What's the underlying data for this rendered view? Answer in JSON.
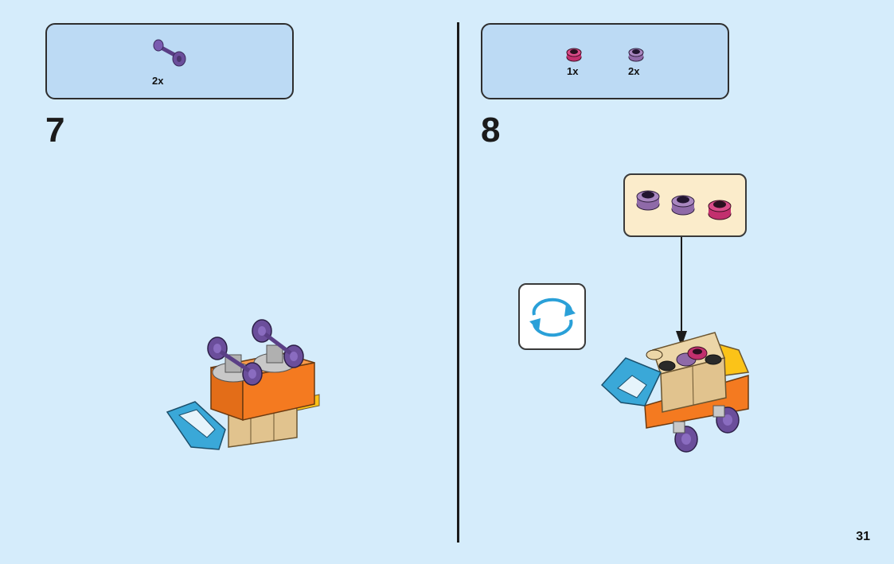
{
  "steps": [
    {
      "number": "7",
      "parts": [
        {
          "icon": "purple-axle-wheel-icon",
          "count": "2x"
        }
      ]
    },
    {
      "number": "8",
      "parts": [
        {
          "icon": "magenta-round-plate-icon",
          "count": "1x"
        },
        {
          "icon": "lavender-round-plate-icon",
          "count": "2x"
        }
      ]
    }
  ],
  "page_number": "31",
  "colors": {
    "background": "#d5ecfb",
    "parts_box": "#bcdaf4",
    "callout": "#fbeccb",
    "orange": "#f47a20",
    "tan": "#e1c38e",
    "blue": "#3aa8d8",
    "purple": "#6b4e9b",
    "yellow": "#fbc318",
    "magenta": "#c2306e",
    "rotate_arrow": "#2aa0d8"
  }
}
